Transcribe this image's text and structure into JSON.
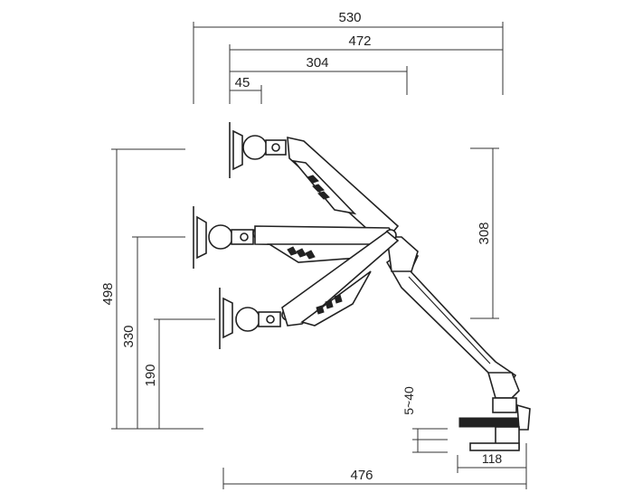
{
  "dimensions": {
    "overall_width": "530",
    "arm_reach": "472",
    "mid_reach": "304",
    "mount_offset": "45",
    "vertical_travel": "308",
    "max_height": "498",
    "mid_height": "330",
    "min_height": "190",
    "clamp_thickness": "5~40",
    "base_to_clamp": "476",
    "clamp_depth": "118"
  }
}
